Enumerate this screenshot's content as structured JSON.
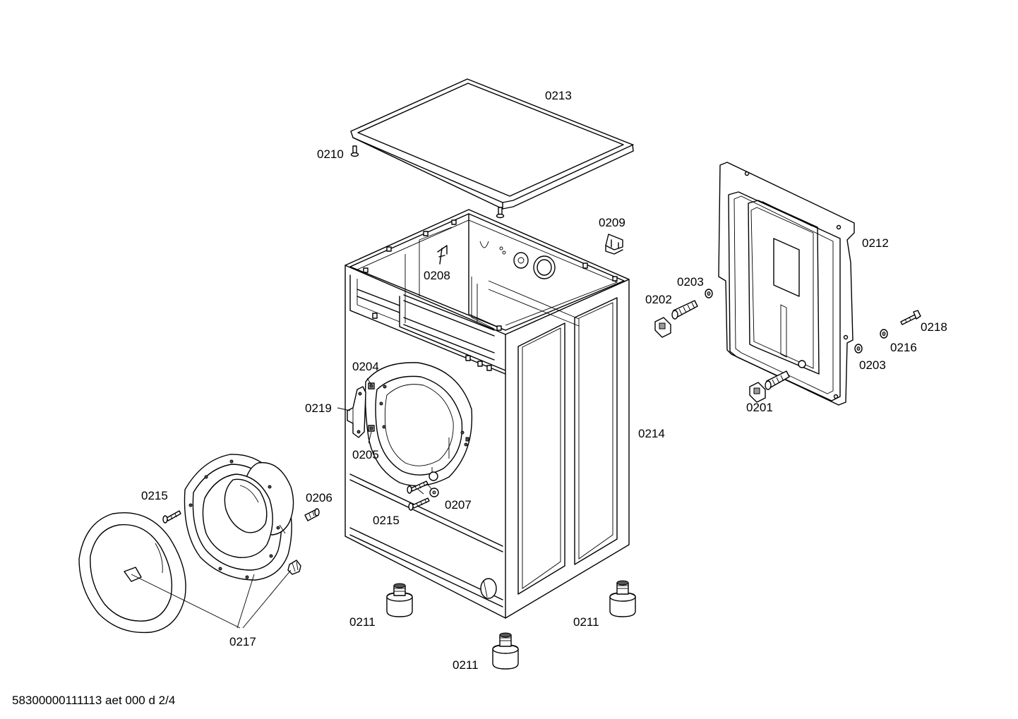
{
  "labels": {
    "p0213": "0213",
    "p0210": "0210",
    "p0209": "0209",
    "p0212": "0212",
    "p0208": "0208",
    "p0203a": "0203",
    "p0202": "0202",
    "p0218": "0218",
    "p0216": "0216",
    "p0203b": "0203",
    "p0201": "0201",
    "p0204": "0204",
    "p0219": "0219",
    "p0205": "0205",
    "p0214": "0214",
    "p0215a": "0215",
    "p0206": "0206",
    "p0207": "0207",
    "p0215b": "0215",
    "p0211a": "0211",
    "p0211b": "0211",
    "p0211c": "0211",
    "p0217": "0217"
  },
  "footer": "58300000111113 aet 000 d 2/4"
}
